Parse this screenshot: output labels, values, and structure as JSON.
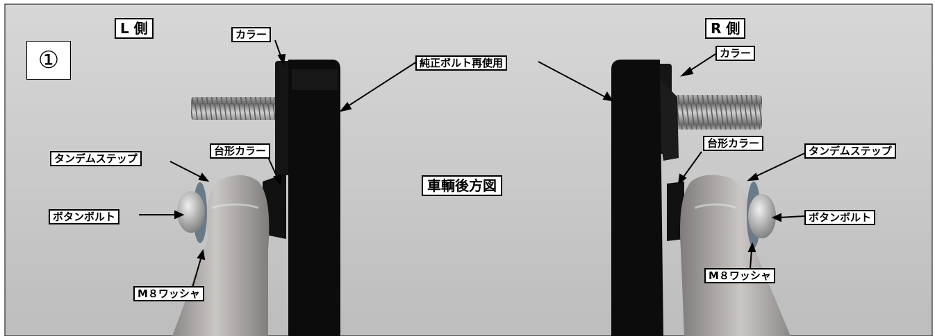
{
  "step_number": "①",
  "labels": {
    "left_side": "L 側",
    "right_side": "R 側",
    "collar_left": "カラー",
    "collar_right": "カラー",
    "reuse_bolt": "純正ボルト再使用",
    "tandem_step_left": "タンデムステップ",
    "tandem_step_right": "タンデムステップ",
    "trapezoid_collar_left": "台形カラー",
    "trapezoid_collar_right": "台形カラー",
    "button_bolt_left": "ボタンボルト",
    "button_bolt_right": "ボタンボルト",
    "washer_left": "M８ワッシャ",
    "washer_right": "M８ワッシャ",
    "view_title": "車輌後方図"
  },
  "colors": {
    "background": "#c9c9c9",
    "bracket": "#0c0c0c",
    "step_metal": "#b3b0ae",
    "bolt_metal": "#9a9a9a",
    "label_border": "#000000"
  }
}
